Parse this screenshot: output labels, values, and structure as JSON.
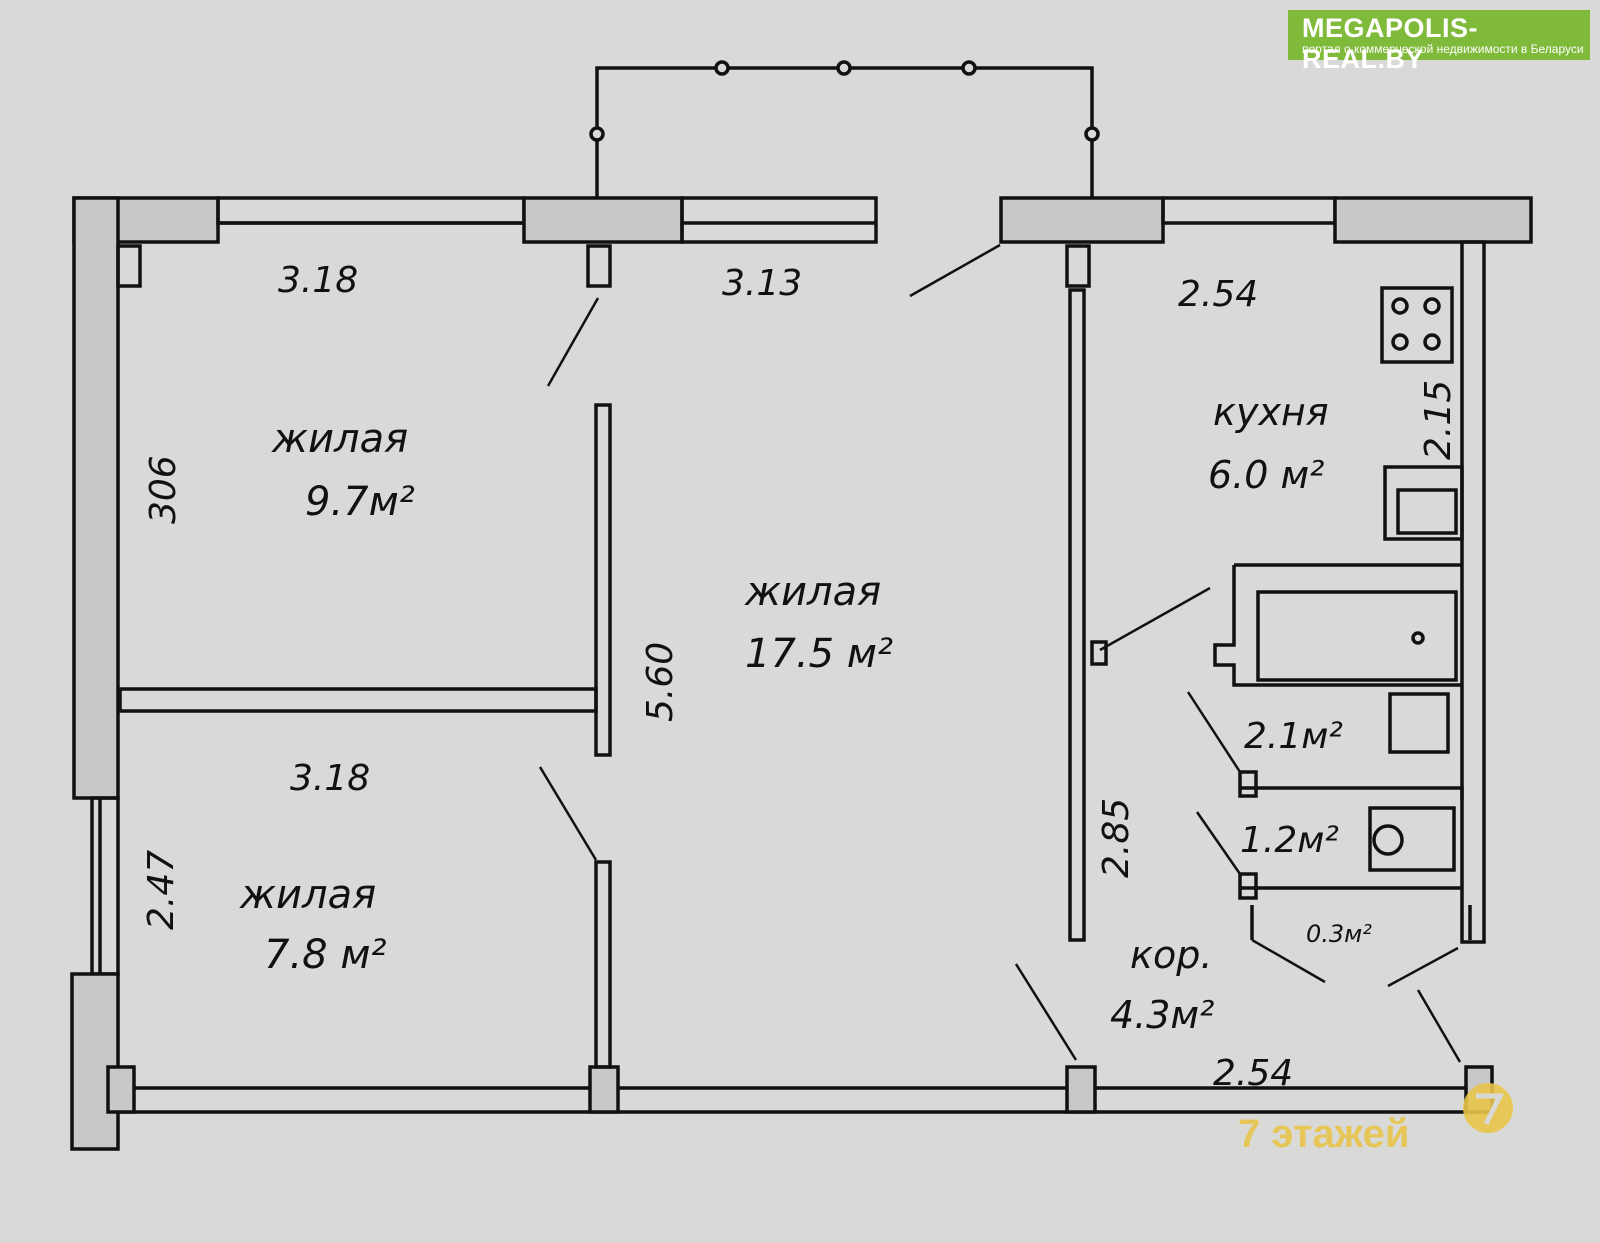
{
  "brand": {
    "site": "MEGAPOLIS-REAL.BY",
    "tagline": "портал о коммерческой недвижимости в Беларуси",
    "accent_color": "#7fba3a"
  },
  "watermark": {
    "text": "7 этажей",
    "icon": "seven-logo-icon",
    "color": "#e8c44a"
  },
  "rooms": {
    "living_1": {
      "label": "жилая",
      "area": "9.7м²"
    },
    "living_2": {
      "label": "жилая",
      "area": "17.5 м²"
    },
    "living_3": {
      "label": "жилая",
      "area": "7.8 м²"
    },
    "kitchen": {
      "label": "кухня",
      "area": "6.0 м²"
    },
    "bathroom": {
      "area": "2.1м²"
    },
    "toilet": {
      "area": "1.2м²"
    },
    "closet": {
      "area": "0.3м²"
    },
    "corridor": {
      "label": "кор.",
      "area": "4.3м²"
    }
  },
  "dimensions": {
    "room1_width": "3.18",
    "room2_width": "3.13",
    "kitchen_width": "2.54",
    "room1_depth": "306",
    "room2_depth": "5.60",
    "kitchen_depth": "2.15",
    "room3_width": "3.18",
    "room3_depth": "2.47",
    "corridor_depth": "2.85",
    "corridor_width": "2.54"
  }
}
